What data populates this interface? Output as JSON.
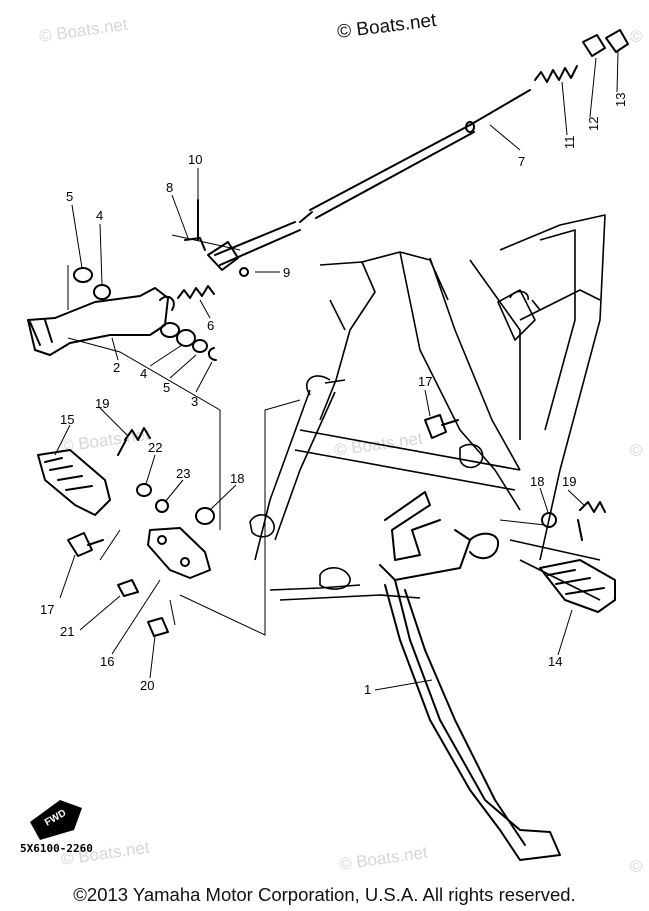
{
  "header_watermark": "© Boats.net",
  "watermarks": [
    "© Boats.net",
    "© Boats.net",
    "© Boats.net",
    "© Boats.net",
    "© Boats.net",
    "©",
    "©",
    "©"
  ],
  "diagram_code": "5X6100-2260",
  "fwd_label": "FWD",
  "copyright": "©2013 Yamaha Motor Corporation, U.S.A. All rights reserved.",
  "parts": {
    "p1": "1",
    "p2": "2",
    "p3": "3",
    "p4a": "4",
    "p4b": "4",
    "p5a": "5",
    "p5b": "5",
    "p6": "6",
    "p7": "7",
    "p8": "8",
    "p9": "9",
    "p10": "10",
    "p11": "11",
    "p12": "12",
    "p13": "13",
    "p14": "14",
    "p15": "15",
    "p16": "16",
    "p17a": "17",
    "p17b": "17",
    "p18a": "18",
    "p18b": "18",
    "p19a": "19",
    "p19b": "19",
    "p20": "20",
    "p21": "21",
    "p22": "22",
    "p23": "23"
  }
}
